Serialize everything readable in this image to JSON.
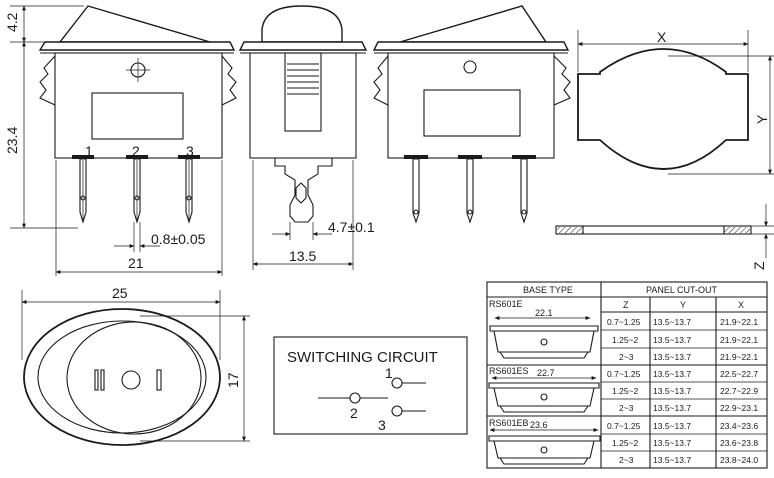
{
  "dimensions": {
    "top_height": "4.2",
    "body_height": "23.4",
    "pin_pitch": "0.8±0.05",
    "body_width": "21",
    "terminal_width": "13.5",
    "terminal_thickness": "4.7±0.1",
    "cutout_x": "X",
    "cutout_y": "Y",
    "cutout_z": "Z",
    "bottom_width": "25",
    "bottom_height": "17"
  },
  "pin_labels": [
    "1",
    "2",
    "3"
  ],
  "circuit": {
    "title": "SWITCHING CIRCUIT",
    "labels": [
      "1",
      "2",
      "3"
    ]
  },
  "table": {
    "header_base": "BASE TYPE",
    "header_panel": "PANEL CUT-OUT",
    "col_z": "Z",
    "col_y": "Y",
    "col_x": "X",
    "groups": [
      {
        "name": "RS601E",
        "width": "22.1",
        "rows": [
          [
            "0.7~1.25",
            "13.5~13.7",
            "21.9~22.1"
          ],
          [
            "1.25~2",
            "13.5~13.7",
            "21.9~22.1"
          ],
          [
            "2~3",
            "13.5~13.7",
            "21.9~22.1"
          ]
        ]
      },
      {
        "name": "RS601ES",
        "width": "22.7",
        "rows": [
          [
            "0.7~1.25",
            "13.5~13.7",
            "22.5~22.7"
          ],
          [
            "1.25~2",
            "13.5~13.7",
            "22.7~22.9"
          ],
          [
            "2~3",
            "13.5~13.7",
            "22.9~23.1"
          ]
        ]
      },
      {
        "name": "RS601EB",
        "width": "23.6",
        "rows": [
          [
            "0.7~1.25",
            "13.5~13.7",
            "23.4~23.6"
          ],
          [
            "1.25~2",
            "13.5~13.7",
            "23.6~23.8"
          ],
          [
            "2~3",
            "13.5~13.7",
            "23.8~24.0"
          ]
        ]
      }
    ]
  }
}
